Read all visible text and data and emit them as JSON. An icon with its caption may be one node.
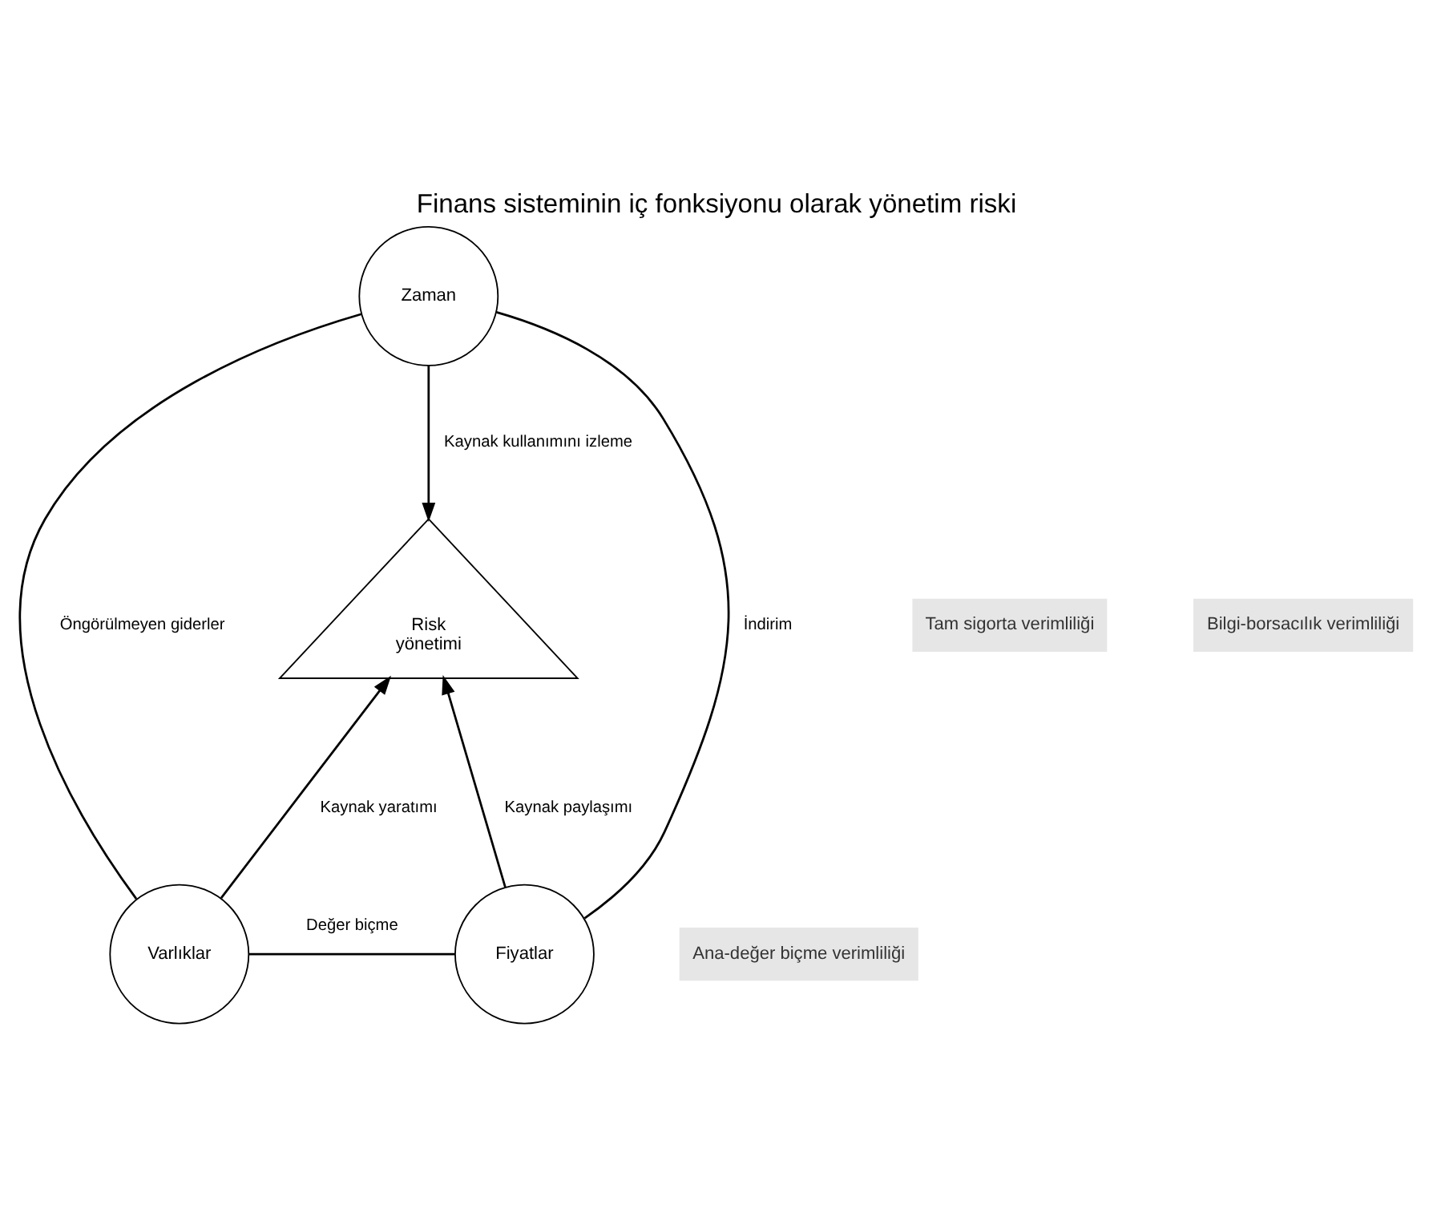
{
  "diagram": {
    "title": "Finans sisteminin iç fonksiyonu olarak yönetim riski",
    "nodes": [
      {
        "text": [
          "Zaman"
        ]
      },
      {
        "text": [
          "Risk",
          "yönetimi"
        ]
      },
      {
        "text": [
          "Varlıklar"
        ]
      },
      {
        "text": [
          "Fiyatlar"
        ]
      }
    ],
    "edges": [
      {
        "from": 0,
        "to": 2,
        "arrow": "none",
        "label": "Öngörülmeyen giderler"
      },
      {
        "from": 0,
        "to": 3,
        "arrow": "none",
        "label": "İndirim"
      },
      {
        "from": 2,
        "to": 3,
        "arrow": "none",
        "label": "Değer biçme"
      },
      {
        "from": 0,
        "to": 1,
        "arrow": "to",
        "label": "Kaynak kullanımını izleme"
      },
      {
        "from": 2,
        "to": 1,
        "arrow": "to",
        "label": "Kaynak yaratımı"
      },
      {
        "from": 3,
        "to": 1,
        "arrow": "to",
        "label": "Kaynak paylaşımı"
      }
    ],
    "labels": [
      "Tam sigorta verimliliği",
      "Bilgi-borsacılık verimliliği",
      "Ana-değer biçme verimliliği"
    ]
  }
}
